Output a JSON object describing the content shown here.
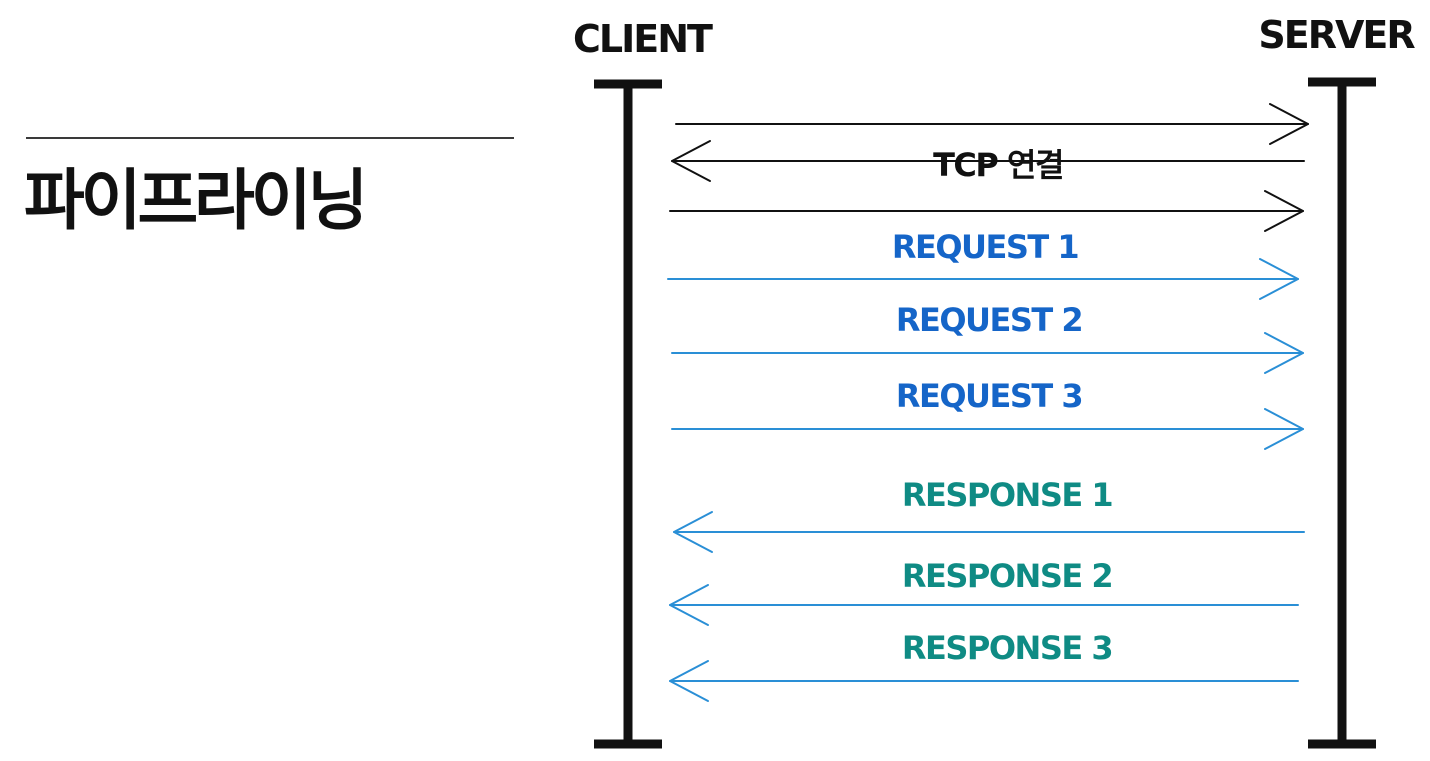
{
  "title": "파이프라이닝",
  "actors": {
    "client": "CLIENT",
    "server": "SERVER"
  },
  "colors": {
    "black": "#111111",
    "request": "#1565c8",
    "response": "#0f8b84",
    "arrow_blue": "#2a8fd6"
  },
  "handshake_label": "TCP 연결",
  "messages": [
    {
      "id": "syn",
      "direction": "client-to-server",
      "label": "",
      "kind": "handshake"
    },
    {
      "id": "syn-ack",
      "direction": "server-to-client",
      "label": "",
      "kind": "handshake"
    },
    {
      "id": "ack",
      "direction": "client-to-server",
      "label": "",
      "kind": "handshake"
    },
    {
      "id": "request-1",
      "direction": "client-to-server",
      "label": "REQUEST 1",
      "kind": "request"
    },
    {
      "id": "request-2",
      "direction": "client-to-server",
      "label": "REQUEST 2",
      "kind": "request"
    },
    {
      "id": "request-3",
      "direction": "client-to-server",
      "label": "REQUEST 3",
      "kind": "request"
    },
    {
      "id": "response-1",
      "direction": "server-to-client",
      "label": "RESPONSE 1",
      "kind": "response"
    },
    {
      "id": "response-2",
      "direction": "server-to-client",
      "label": "RESPONSE 2",
      "kind": "response"
    },
    {
      "id": "response-3",
      "direction": "server-to-client",
      "label": "RESPONSE 3",
      "kind": "response"
    }
  ]
}
